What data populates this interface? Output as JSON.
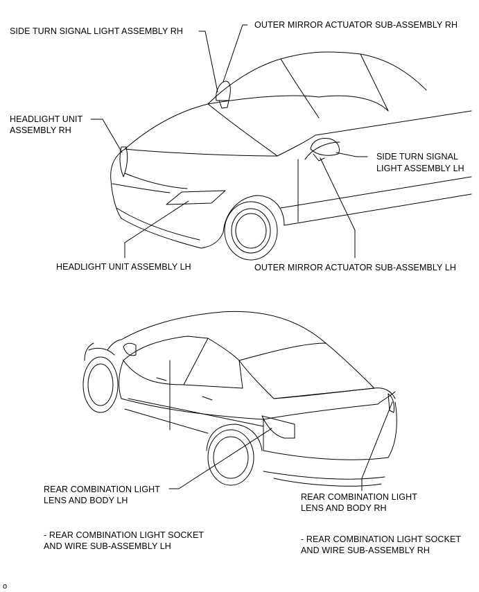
{
  "labels": {
    "side_turn_rh": "SIDE TURN SIGNAL LIGHT ASSEMBLY RH",
    "outer_mirror_rh": "OUTER MIRROR ACTUATOR SUB-ASSEMBLY RH",
    "headlight_rh_line1": "HEADLIGHT UNIT",
    "headlight_rh_line2": "ASSEMBLY RH",
    "side_turn_lh_line1": "SIDE TURN SIGNAL",
    "side_turn_lh_line2": "LIGHT ASSEMBLY LH",
    "headlight_lh": "HEADLIGHT UNIT ASSEMBLY LH",
    "outer_mirror_lh": "OUTER MIRROR ACTUATOR SUB-ASSEMBLY LH",
    "rear_lh_line1": "REAR COMBINATION LIGHT",
    "rear_lh_line2": "LENS AND BODY LH",
    "rear_rh_line1": "REAR COMBINATION LIGHT",
    "rear_rh_line2": "LENS AND BODY RH",
    "socket_lh_line1": "- REAR COMBINATION LIGHT SOCKET",
    "socket_lh_line2": "AND WIRE SUB-ASSEMBLY LH",
    "socket_rh_line1": "- REAR COMBINATION LIGHT SOCKET",
    "socket_rh_line2": "AND WIRE SUB-ASSEMBLY RH",
    "corner_mark": "o"
  }
}
